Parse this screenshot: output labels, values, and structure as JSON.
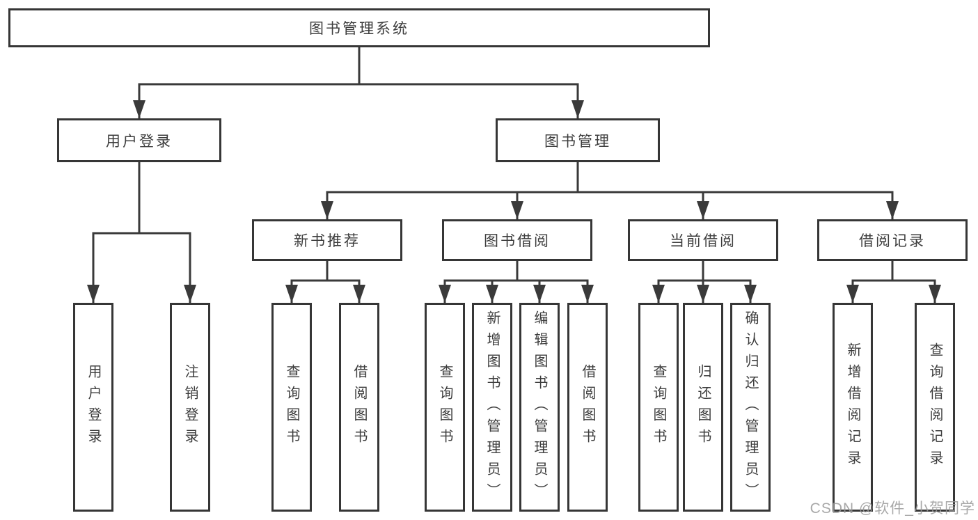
{
  "diagram_type": "hierarchy-chart",
  "colors": {
    "line": "#3a3a3a",
    "box_border": "#363636",
    "text": "#3d3d3d",
    "watermark": "#9a9a9a",
    "background": "#ffffff"
  },
  "tree": {
    "label": "图书管理系统",
    "children": [
      {
        "label": "用户登录",
        "children": [
          {
            "label": "用户登录"
          },
          {
            "label": "注销登录"
          }
        ]
      },
      {
        "label": "图书管理",
        "children": [
          {
            "label": "新书推荐",
            "children": [
              {
                "label": "查询图书"
              },
              {
                "label": "借阅图书"
              }
            ]
          },
          {
            "label": "图书借阅",
            "children": [
              {
                "label": "查询图书"
              },
              {
                "label": "新增图书（管理员）"
              },
              {
                "label": "编辑图书（管理员）"
              },
              {
                "label": "借阅图书"
              }
            ]
          },
          {
            "label": "当前借阅",
            "children": [
              {
                "label": "查询图书"
              },
              {
                "label": "归还图书"
              },
              {
                "label": "确认归还（管理员）"
              }
            ]
          },
          {
            "label": "借阅记录",
            "children": [
              {
                "label": "新增借阅记录"
              },
              {
                "label": "查询借阅记录"
              }
            ]
          }
        ]
      }
    ]
  },
  "watermark": {
    "text": "CSDN @软件_小贺同学"
  }
}
